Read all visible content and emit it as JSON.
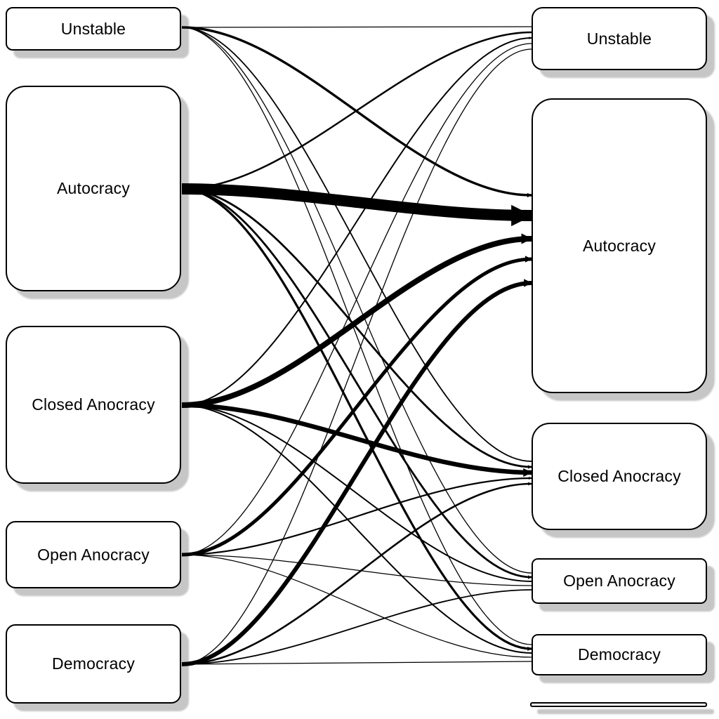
{
  "diagram": {
    "type": "regime-transition-flow",
    "colors": {
      "background": "#ffffff",
      "node_fill": "#ffffff",
      "line": "#000000",
      "shadow": "#c6c6c6"
    },
    "left_nodes": [
      {
        "id": "un",
        "label": "Unstable"
      },
      {
        "id": "au",
        "label": "Autocracy"
      },
      {
        "id": "ca",
        "label": "Closed Anocracy"
      },
      {
        "id": "oa",
        "label": "Open Anocracy"
      },
      {
        "id": "de",
        "label": "Democracy"
      }
    ],
    "right_nodes": [
      {
        "id": "un",
        "label": "Unstable"
      },
      {
        "id": "au",
        "label": "Autocracy"
      },
      {
        "id": "ca",
        "label": "Closed Anocracy"
      },
      {
        "id": "oa",
        "label": "Open Anocracy"
      },
      {
        "id": "de",
        "label": "Democracy"
      }
    ],
    "edges": [
      {
        "from": "un",
        "to": "un",
        "weight": 1.3,
        "arrow": false
      },
      {
        "from": "un",
        "to": "au",
        "weight": 3.4,
        "arrow": true
      },
      {
        "from": "un",
        "to": "ca",
        "weight": 1.8,
        "arrow": false
      },
      {
        "from": "un",
        "to": "oa",
        "weight": 1.3,
        "arrow": false
      },
      {
        "from": "un",
        "to": "de",
        "weight": 1.3,
        "arrow": false
      },
      {
        "from": "au",
        "to": "un",
        "weight": 2.5,
        "arrow": false
      },
      {
        "from": "au",
        "to": "au",
        "weight": 16,
        "arrow": true
      },
      {
        "from": "au",
        "to": "ca",
        "weight": 2.8,
        "arrow": true
      },
      {
        "from": "au",
        "to": "oa",
        "weight": 2.8,
        "arrow": true
      },
      {
        "from": "au",
        "to": "de",
        "weight": 3.2,
        "arrow": true
      },
      {
        "from": "ca",
        "to": "un",
        "weight": 2.0,
        "arrow": true
      },
      {
        "from": "ca",
        "to": "au",
        "weight": 8,
        "arrow": true
      },
      {
        "from": "ca",
        "to": "ca",
        "weight": 6.5,
        "arrow": true
      },
      {
        "from": "ca",
        "to": "oa",
        "weight": 2.0,
        "arrow": false
      },
      {
        "from": "ca",
        "to": "de",
        "weight": 2.0,
        "arrow": false
      },
      {
        "from": "oa",
        "to": "un",
        "weight": 1.3,
        "arrow": false
      },
      {
        "from": "oa",
        "to": "au",
        "weight": 5,
        "arrow": true
      },
      {
        "from": "oa",
        "to": "ca",
        "weight": 2.2,
        "arrow": true
      },
      {
        "from": "oa",
        "to": "oa",
        "weight": 1.3,
        "arrow": false
      },
      {
        "from": "oa",
        "to": "de",
        "weight": 1.3,
        "arrow": false
      },
      {
        "from": "de",
        "to": "un",
        "weight": 1.3,
        "arrow": false
      },
      {
        "from": "de",
        "to": "au",
        "weight": 6,
        "arrow": true
      },
      {
        "from": "de",
        "to": "ca",
        "weight": 2.6,
        "arrow": true
      },
      {
        "from": "de",
        "to": "oa",
        "weight": 1.8,
        "arrow": false
      },
      {
        "from": "de",
        "to": "de",
        "weight": 1.3,
        "arrow": false
      }
    ]
  }
}
